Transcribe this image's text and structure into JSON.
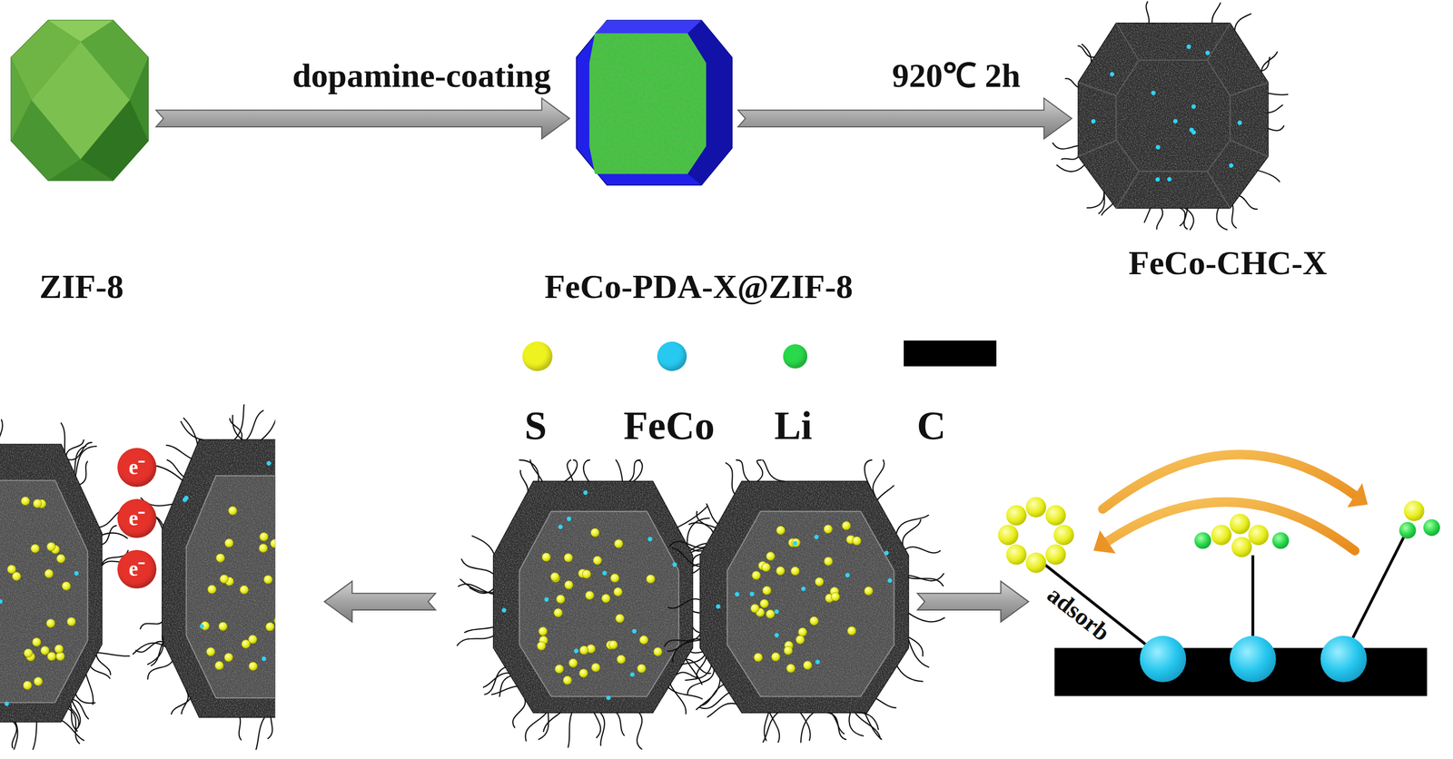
{
  "diagram": {
    "nodes": [
      {
        "text": [
          "ZIF-8"
        ]
      },
      {
        "text": [
          "FeCo-PDA-X@ZIF-8"
        ]
      },
      {
        "text": [
          "FeCo-CHC-X"
        ]
      },
      {
        "text": [
          "e⁻"
        ]
      },
      {
        "text": [
          "e⁻"
        ]
      },
      {
        "text": [
          "e⁻"
        ]
      }
    ],
    "edges": [
      {
        "from": 0,
        "to": 1,
        "arrow": "to",
        "label": "dopamine-coating"
      },
      {
        "from": 1,
        "to": 2,
        "arrow": "to",
        "label": "920℃ 2h"
      }
    ],
    "labels": [
      "adsorb"
    ],
    "legend": [
      {
        "text": "S",
        "color": "#eef21f"
      },
      {
        "text": "FeCo",
        "color": "#27c9f0"
      },
      {
        "text": "Li",
        "color": "#29d94a"
      },
      {
        "text": "C",
        "color": "#000000"
      }
    ]
  }
}
